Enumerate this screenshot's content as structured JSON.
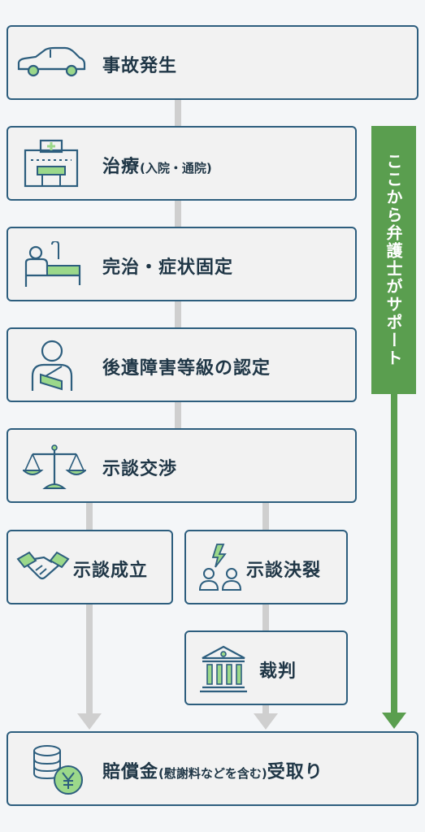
{
  "steps": {
    "accident": "事故発生",
    "treatment": "治療",
    "treatment_sub": "(入院・通院)",
    "cure": "完治・症状固定",
    "grade": "後遺障害等級の認定",
    "negotiation": "示談交渉",
    "settled": "示談成立",
    "broken": "示談決裂",
    "trial": "裁判",
    "receipt_main": "賠償金",
    "receipt_sub": "(慰謝料などを含む)",
    "receipt_end": "受取り"
  },
  "support_label": "ここから弁護士がサポート",
  "colors": {
    "border": "#2d5e7e",
    "box_bg": "#f2f2f2",
    "support": "#5a9e4f",
    "accent_green": "#9bd88a",
    "connector": "#cfcfcf"
  }
}
